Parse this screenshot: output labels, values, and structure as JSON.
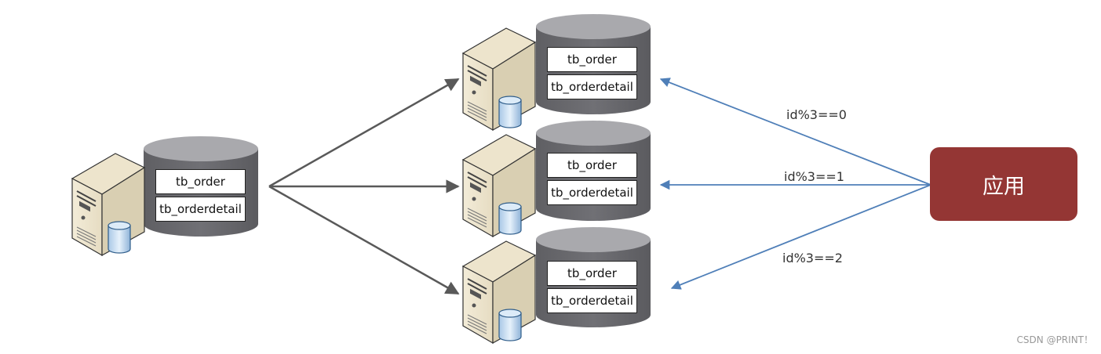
{
  "source_db": {
    "table1": "tb_order",
    "table2": "tb_orderdetail"
  },
  "shards": [
    {
      "table1": "tb_order",
      "table2": "tb_orderdetail",
      "rule": "id%3==0"
    },
    {
      "table1": "tb_order",
      "table2": "tb_orderdetail",
      "rule": "id%3==1"
    },
    {
      "table1": "tb_order",
      "table2": "tb_orderdetail",
      "rule": "id%3==2"
    }
  ],
  "app": {
    "label": "应用"
  },
  "colors": {
    "app_box": "#943634",
    "gray_arrow": "#595959",
    "blue_arrow": "#4f7fb8",
    "cylinder": "#6a6a6e"
  },
  "watermark": "CSDN @PRINT！"
}
